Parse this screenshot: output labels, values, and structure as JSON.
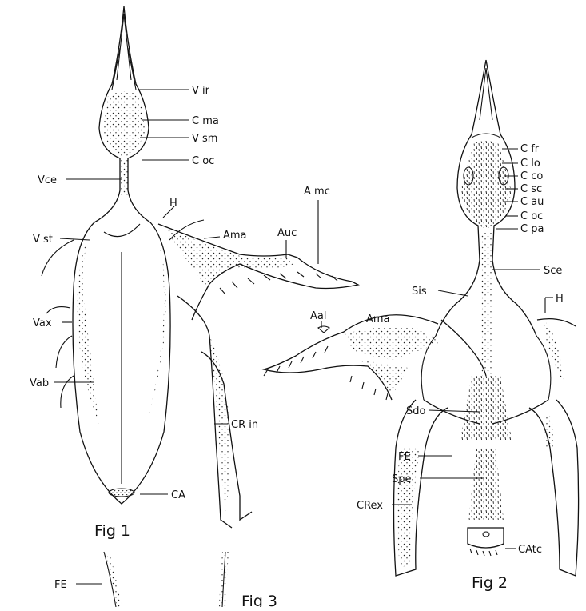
{
  "figures": {
    "fig1": "Fig 1",
    "fig2": "Fig 2",
    "fig3": "Fig 3"
  },
  "labels": {
    "fig1": {
      "vir": "V ir",
      "cma": "C ma",
      "vsm": "V sm",
      "coc": "C oc",
      "vce": "Vce",
      "h": "H",
      "ama": "Ama",
      "auc": "Auc",
      "amc": "A mc",
      "vst": "V st",
      "vax": "Vax",
      "vab": "Vab",
      "crin": "CR in",
      "ca": "CA"
    },
    "fig2": {
      "cfr": "C fr",
      "clo": "C lo",
      "cco": "C co",
      "csc": "C sc",
      "cau": "C au",
      "coc": "C oc",
      "cpa": "C pa",
      "sce": "Sce",
      "sis": "Sis",
      "h": "H",
      "aal": "Aal",
      "ama": "Ama",
      "sdo": "Sdo",
      "fe": "FE",
      "spe": "Spe",
      "crex": "CRex",
      "catc": "CAtc"
    },
    "fig3": {
      "fe": "FE"
    }
  }
}
